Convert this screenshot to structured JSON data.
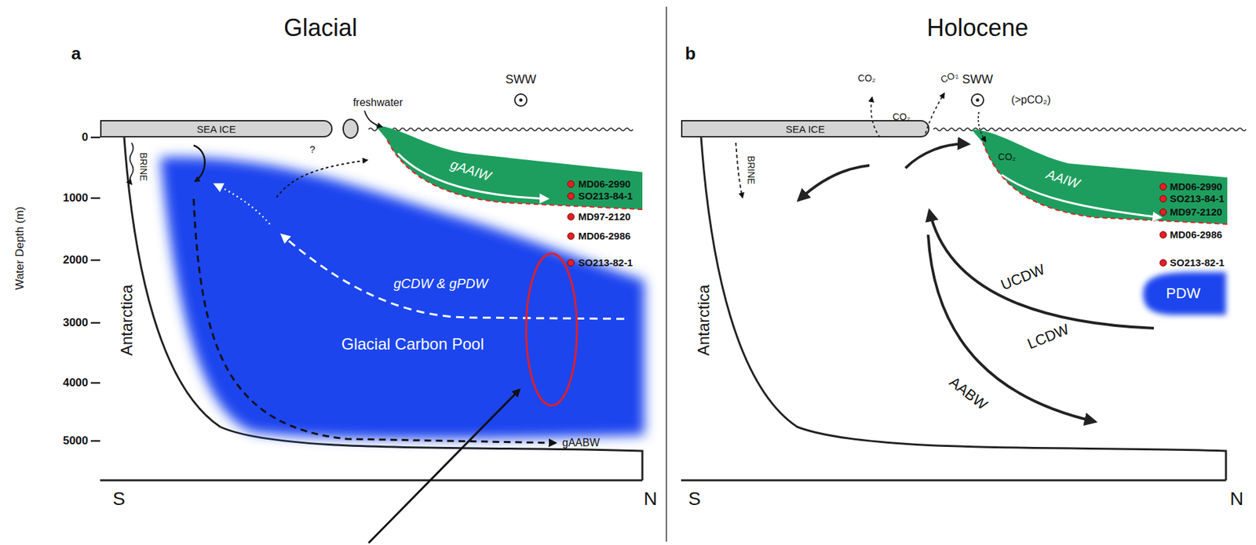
{
  "diagram": {
    "nodes": [
      {
        "text": [
          "SEA ICE"
        ]
      },
      {
        "text": [
          "gCDW & gPDW",
          "Glacial Carbon Pool"
        ]
      },
      {
        "text": [
          "gAAIW"
        ]
      },
      {
        "text": [
          "SEA ICE"
        ]
      },
      {
        "text": [
          "AAIW"
        ]
      },
      {
        "text": [
          "PDW"
        ]
      }
    ],
    "labels": [
      "Glacial",
      "Holocene",
      "a",
      "b",
      "SWW",
      "freshwater",
      "?",
      "BRINE",
      "MD06-2990",
      "SO213-84-1",
      "MD97-2120",
      "MD06-2986",
      "SO213-82-1",
      "Antarctica",
      "gAABW",
      "0",
      "1000",
      "2000",
      "3000",
      "4000",
      "5000",
      "Water Depth (m)",
      "S",
      "N",
      "CO₂",
      "CO₂",
      "CO₂",
      "SWW",
      "(>pCO₂)",
      "CO₂",
      "BRINE",
      "MD06-2990",
      "SO213-84-1",
      "MD97-2120",
      "MD06-2986",
      "SO213-82-1",
      "UCDW",
      "LCDW",
      "AABW",
      "Antarctica",
      "S",
      "N"
    ]
  }
}
